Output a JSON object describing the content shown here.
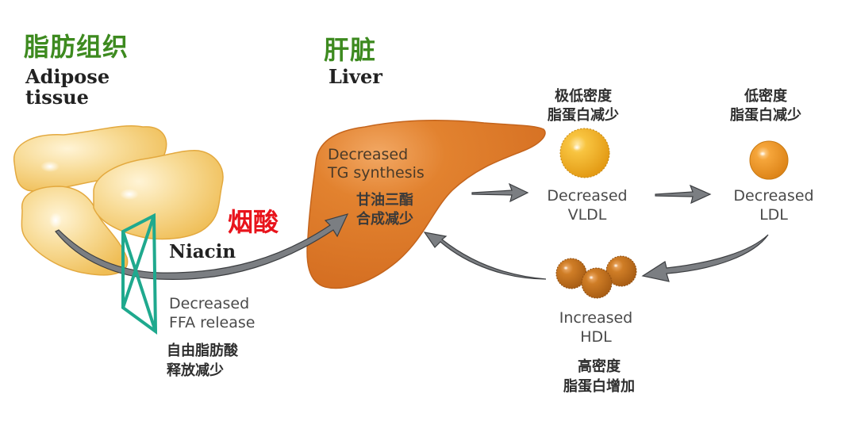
{
  "adipose": {
    "title_cn": "脂肪组织",
    "title_en_line1": "Adipose",
    "title_en_line2": "tissue",
    "fill_color": "#f6cf7c"
  },
  "liver": {
    "title_cn": "肝脏",
    "title_en": "Liver",
    "effect_en_line1": "Decreased",
    "effect_en_line2": "TG synthesis",
    "effect_cn_line1": "甘油三酯",
    "effect_cn_line2": "合成减少",
    "fill_color": "#dd7a2c"
  },
  "niacin": {
    "label_en": "Niacin",
    "label_cn": "烟酸",
    "blocker_color": "#1fa98e",
    "effect_en_line1": "Decreased",
    "effect_en_line2": "FFA release",
    "effect_cn_line1": "自由脂肪酸",
    "effect_cn_line2": "释放减少"
  },
  "vldl": {
    "cn_line1": "极低密度",
    "cn_line2": "脂蛋白减少",
    "en_line1": "Decreased",
    "en_line2": "VLDL",
    "color": "#f3ad2a"
  },
  "ldl": {
    "cn_line1": "低密度",
    "cn_line2": "脂蛋白减少",
    "en_line1": "Decreased",
    "en_line2": "LDL",
    "color": "#f19a2a"
  },
  "hdl": {
    "en_line1": "Increased",
    "en_line2": "HDL",
    "cn_line1": "高密度",
    "cn_line2": "脂蛋白增加",
    "color": "#c8721e"
  },
  "arrows": {
    "color": "#7b7e82",
    "flows": [
      {
        "from": "adipose",
        "to": "liver"
      },
      {
        "from": "liver",
        "to": "vldl"
      },
      {
        "from": "vldl",
        "to": "ldl"
      },
      {
        "from": "ldl",
        "to": "hdl"
      },
      {
        "from": "hdl",
        "to": "liver"
      }
    ]
  }
}
